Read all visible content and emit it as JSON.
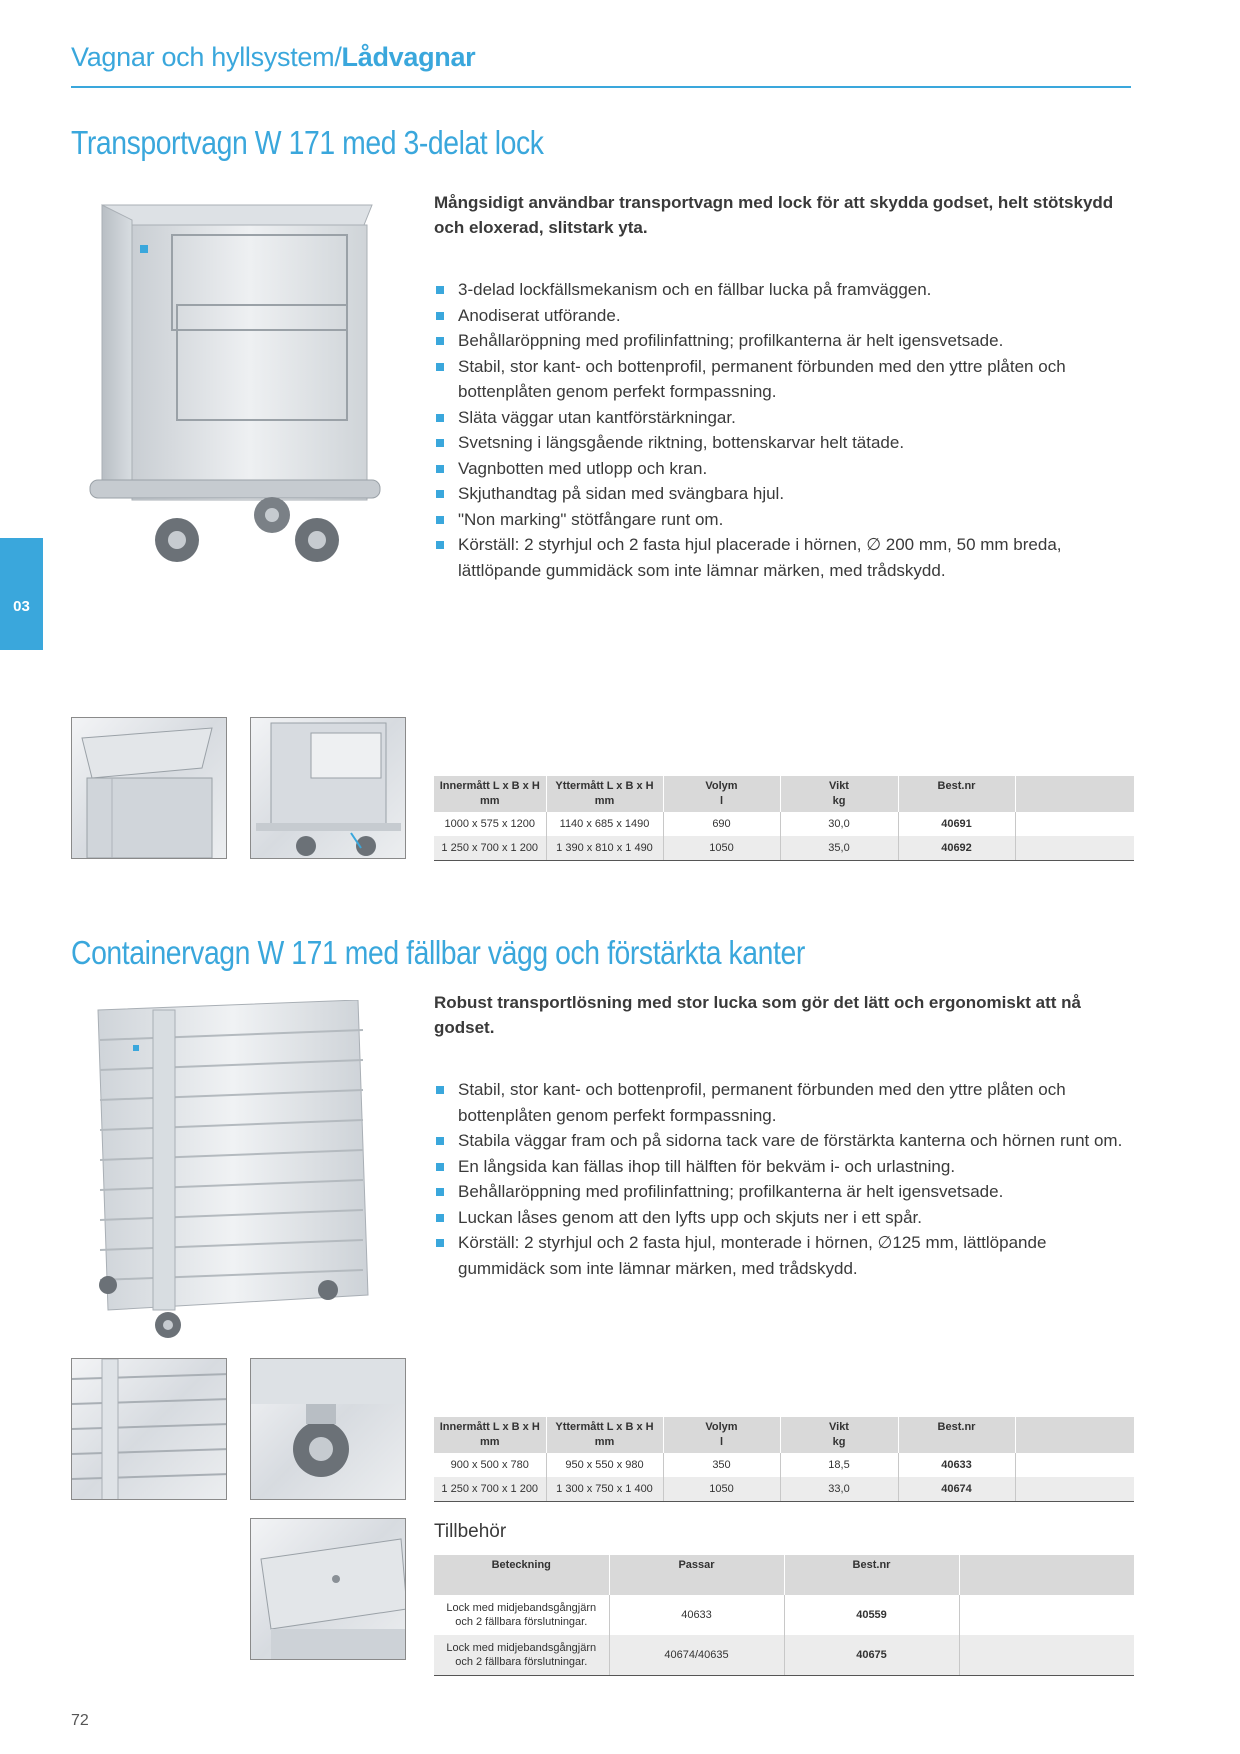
{
  "header": {
    "category": "Vagnar och hyllsystem/",
    "subcategory": "Lådvagnar"
  },
  "side_tab": {
    "label": "03"
  },
  "product1": {
    "title": "Transportvagn W 171 med 3-delat lock",
    "lead": "Mångsidigt användbar transportvagn med lock för att skydda godset, helt stötskydd och eloxerad, slitstark yta.",
    "features": [
      "3-delad lockfällsmekanism och en fällbar lucka på framväggen.",
      "Anodiserat utförande.",
      "Behållaröppning med profilinfattning; profilkanterna är helt igensvetsade.",
      "Stabil, stor kant- och bottenprofil, permanent förbunden med den yttre plåten och bottenplåten genom perfekt formpassning.",
      "Släta väggar utan kantförstärkningar.",
      "Svetsning i längsgående riktning, bottenskarvar helt tätade.",
      "Vagnbotten med utlopp och kran.",
      "Skjuthandtag på sidan med svängbara hjul.",
      "\"Non marking\" stötfångare runt om.",
      "Körställ: 2 styrhjul och 2 fasta hjul placerade i hörnen, ∅ 200 mm, 50 mm breda, lättlöpande gummidäck som inte lämnar märken, med trådskydd."
    ],
    "table": {
      "headers": [
        [
          "Innermått L x B x H",
          "mm"
        ],
        [
          "Yttermått L x B x H",
          "mm"
        ],
        [
          "Volym",
          "l"
        ],
        [
          "Vikt",
          "kg"
        ],
        [
          "Best.nr",
          ""
        ],
        [
          "",
          ""
        ]
      ],
      "rows": [
        [
          "1000 x 575 x 1200",
          "1140 x 685 x 1490",
          "690",
          "30,0",
          "40691",
          ""
        ],
        [
          "1 250 x 700 x 1 200",
          "1 390 x 810 x 1 490",
          "1050",
          "35,0",
          "40692",
          ""
        ]
      ]
    }
  },
  "product2": {
    "title": "Containervagn W 171 med fällbar vägg och förstärkta kanter",
    "lead": "Robust transportlösning med stor lucka som gör det lätt och ergonomiskt att nå godset.",
    "features": [
      "Stabil, stor kant- och bottenprofil, permanent förbunden med den yttre plåten och bottenplåten genom perfekt formpassning.",
      "Stabila väggar fram och på sidorna tack vare de förstärkta kanterna och hörnen runt om.",
      "En långsida kan fällas ihop till hälften för bekväm i- och urlastning.",
      "Behållaröppning med profilinfattning; profilkanterna är helt igensvetsade.",
      "Luckan låses genom att den lyfts upp och skjuts ner i ett spår.",
      "Körställ: 2 styrhjul och 2 fasta hjul, monterade i hörnen, ∅125 mm, lättlöpande gummidäck som inte lämnar märken, med trådskydd."
    ],
    "table": {
      "headers": [
        [
          "Innermått L x B x H",
          "mm"
        ],
        [
          "Yttermått L x B x H",
          "mm"
        ],
        [
          "Volym",
          "l"
        ],
        [
          "Vikt",
          "kg"
        ],
        [
          "Best.nr",
          ""
        ],
        [
          "",
          ""
        ]
      ],
      "rows": [
        [
          "900 x 500 x 780",
          "950 x 550 x 980",
          "350",
          "18,5",
          "40633",
          ""
        ],
        [
          "1 250 x 700 x 1 200",
          "1 300 x 750 x 1 400",
          "1050",
          "33,0",
          "40674",
          ""
        ]
      ]
    },
    "accessories": {
      "heading": "Tillbehör",
      "headers": [
        "Beteckning",
        "Passar",
        "Best.nr",
        ""
      ],
      "rows": [
        [
          "Lock med midjebandsgångjärn och 2 fällbara förslutningar.",
          "40633",
          "40559",
          ""
        ],
        [
          "Lock med midjebandsgångjärn och 2 fällbara förslutningar.",
          "40674/40635",
          "40675",
          ""
        ]
      ]
    }
  },
  "footer": {
    "page_number": "72"
  },
  "colors": {
    "accent": "#3aa7dc",
    "table_header": "#d9d9d9",
    "row_alt": "#ececec"
  }
}
